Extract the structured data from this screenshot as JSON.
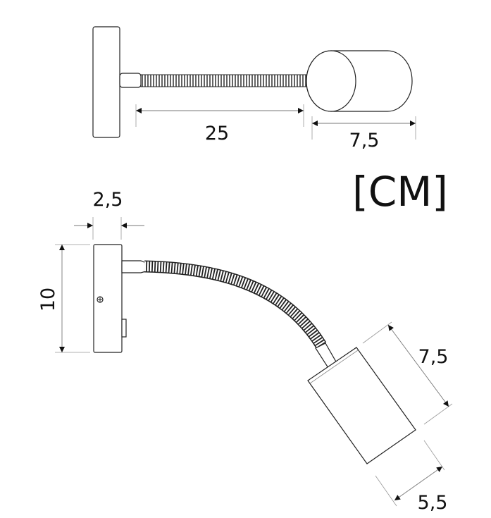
{
  "unit_label": "[CM]",
  "top_view": {
    "arm_length": "25",
    "shade_length": "7,5"
  },
  "side_view": {
    "plate_depth": "2,5",
    "plate_height": "10",
    "shade_length": "7,5",
    "shade_diameter": "5,5"
  }
}
